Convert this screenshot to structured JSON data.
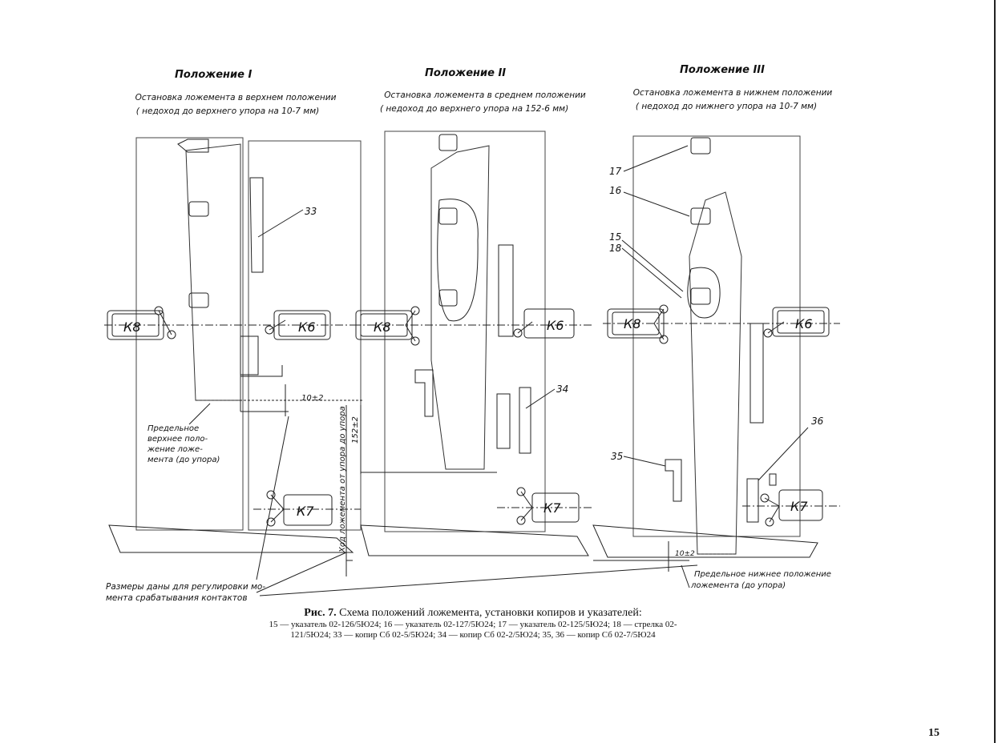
{
  "positions": [
    {
      "title": "Положение I",
      "line1": "Остановка ложемента в верхнем положении",
      "line2": "( недоход до верхнего упора на 10-7 мм)"
    },
    {
      "title": "Положение II",
      "line1": "Остановка ложемента в среднем положении",
      "line2": "( недоход до верхнего упора на 152-6 мм)"
    },
    {
      "title": "Положение III",
      "line1": "Остановка ложемента в нижнем положении",
      "line2": "( недоход до нижнего упора на 10-7 мм)"
    }
  ],
  "contacts": {
    "k8": "К8",
    "k6": "К6",
    "k7": "К7"
  },
  "callouts": {
    "n33": "33",
    "n34": "34",
    "n35": "35",
    "n36": "36",
    "n17": "17",
    "n16": "16",
    "n15": "15",
    "n18": "18"
  },
  "dimensions": {
    "d10_top": "10±2",
    "d152": "152±2",
    "d10_bottom": "10±2"
  },
  "notes": {
    "upper_limit": [
      "Предельное",
      "верхнее поло-",
      "жение ложе-",
      "мента (до упора)"
    ],
    "travel": "Ход ложемента от упора до упора",
    "lower_limit": [
      "Предельное нижнее положение",
      "ложемента (до упора)"
    ],
    "adjust": [
      "Размеры даны для регулировки мо-",
      "мента срабатывания контактов"
    ]
  },
  "caption": {
    "label": "Рис. 7.",
    "title": "Схема положений ложемента, установки копиров и указателей:",
    "body": "15 — указатель 02-126/5Ю24; 16 — указатель 02-127/5Ю24; 17 — указатель 02-125/5Ю24; 18 — стрелка 02-121/5Ю24; 33 — копир Сб 02-5/5Ю24; 34 — копир Сб 02-2/5Ю24; 35, 36 — копир Сб 02-7/5Ю24"
  },
  "page_number": "15"
}
